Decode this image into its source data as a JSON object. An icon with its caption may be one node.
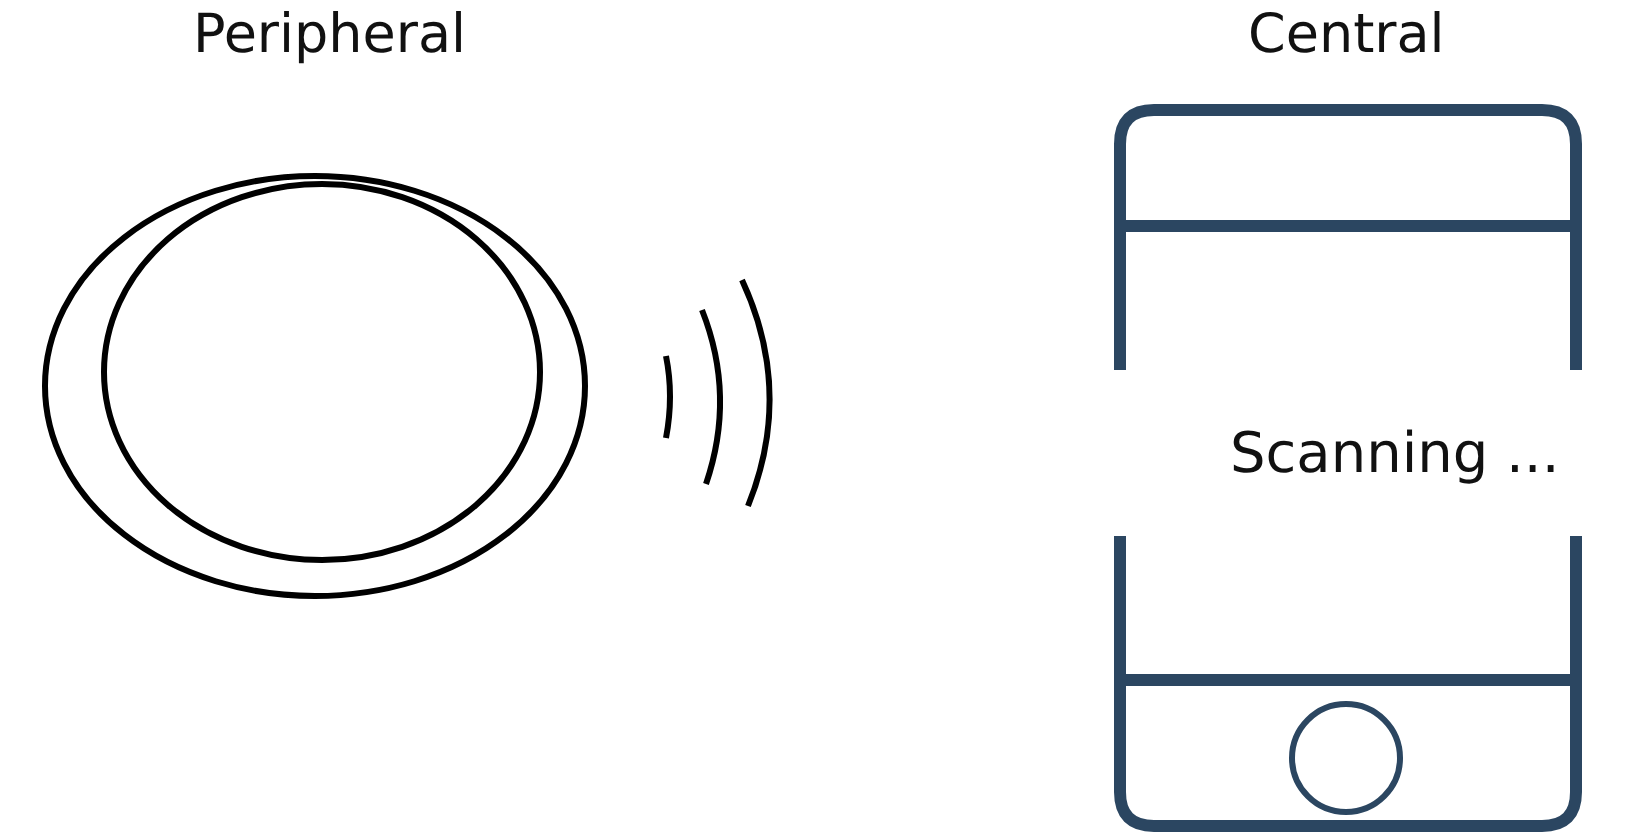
{
  "diagram": {
    "nodes": [
      {
        "text": [
          "Peripheral"
        ]
      },
      {
        "text": [
          "Central",
          "Scanning ..."
        ]
      }
    ]
  }
}
